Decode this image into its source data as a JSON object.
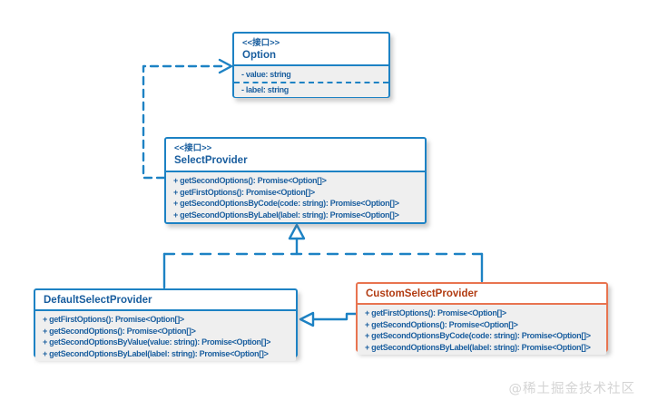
{
  "diagram": {
    "option": {
      "stereotype": "<<接口>>",
      "name": "Option",
      "attributes": [
        "- value: string",
        "- label: string"
      ]
    },
    "select_provider": {
      "stereotype": "<<接口>>",
      "name": "SelectProvider",
      "methods": [
        "+ getSecondOptions(): Promise<Option[]>",
        "+ getFirstOptions(): Promise<Option[]>",
        "+ getSecondOptionsByCode(code: string): Promise<Option[]>",
        "+ getSecondOptionsByLabel(label: string): Promise<Option[]>"
      ]
    },
    "default_select_provider": {
      "name": "DefaultSelectProvider",
      "methods": [
        "+ getFirstOptions(): Promise<Option[]>",
        "+ getSecondOptions(): Promise<Option[]>",
        "+ getSecondOptionsByValue(value: string): Promise<Option[]>",
        "+ getSecondOptionsByLabel(label: string): Promise<Option[]>"
      ]
    },
    "custom_select_provider": {
      "name": "CustomSelectProvider",
      "methods": [
        "+ getFirstOptions(): Promise<Option[]>",
        "+ getSecondOptions(): Promise<Option[]>",
        "+ getSecondOptionsByCode(code: string): Promise<Option[]>",
        "+ getSecondOptionsByLabel(label: string): Promise<Option[]>"
      ]
    }
  },
  "watermark": "@稀土掘金技术社区",
  "colors": {
    "blue_stroke": "#1d82c4",
    "blue_text": "#185d9e",
    "orange_stroke": "#e87450",
    "orange_text": "#b23c12",
    "compartment_fill": "#efefef"
  }
}
